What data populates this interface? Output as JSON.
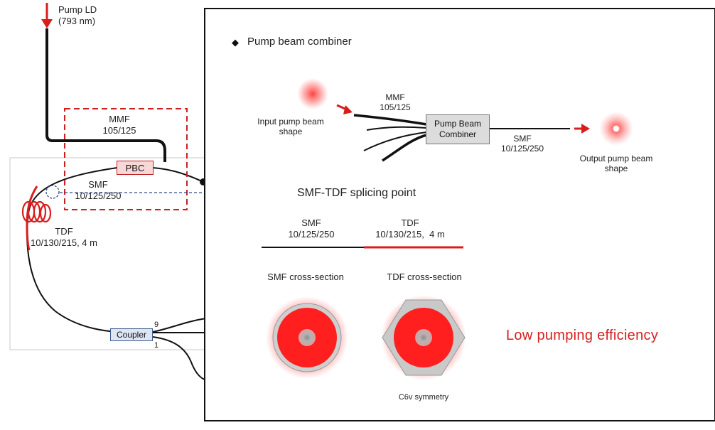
{
  "left_schematic": {
    "pump_ld": "Pump LD\n(793 nm)",
    "mmf": "MMF\n105/125",
    "pbc": "PBC",
    "smf": "SMF\n10/125/250",
    "tdf": "TDF\n10/130/215, 4 m",
    "coupler": "Coupler",
    "port_9": "9",
    "port_1": "1"
  },
  "right_panel": {
    "heading_bullet": "◆",
    "heading": "Pump beam combiner",
    "input_beam": "Input pump beam\nshape",
    "mmf": "MMF\n105/125",
    "combiner": "Pump Beam\nCombiner",
    "smf": "SMF\n10/125/250",
    "output_beam": "Output pump beam\nshape",
    "splicing_point": "SMF-TDF splicing point",
    "smf_segment": "SMF\n10/125/250",
    "tdf_segment": "TDF\n10/130/215,  4 m",
    "smf_cross_section": "SMF cross-section",
    "tdf_cross_section": "TDF cross-section",
    "symmetry": "C6v symmetry",
    "conclusion": "Low pumping efficiency"
  },
  "colors": {
    "accent_red": "#d91c1c",
    "fiber_black": "#111111",
    "pbc_fill": "#f7d7d7",
    "coupler_fill": "#dde6f3",
    "combiner_fill": "#dcdcdc",
    "conclusion_red": "#d62020"
  }
}
